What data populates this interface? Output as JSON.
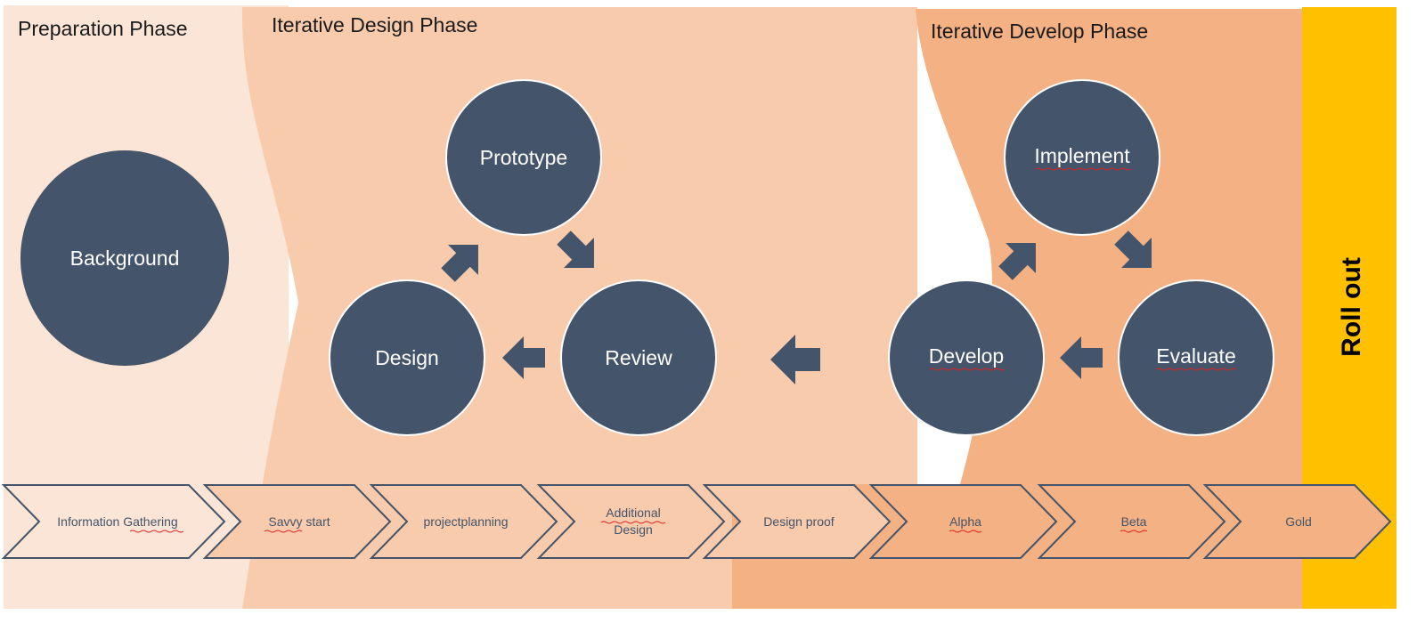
{
  "colors": {
    "prep_bg": "#fbe5d6",
    "design_bg": "#f8cbad",
    "develop_bg": "#f4b183",
    "rollout_bg": "#ffc000",
    "circle_fill": "#44546a",
    "circle_stroke": "#ffffff",
    "chevron_stroke": "#44546a"
  },
  "phases": {
    "preparation": {
      "title": "Preparation Phase"
    },
    "design": {
      "title": "Iterative Design Phase"
    },
    "develop": {
      "title": "Iterative Develop Phase"
    },
    "rollout": {
      "title": "Roll out"
    }
  },
  "circles": {
    "background": "Background",
    "prototype": "Prototype",
    "design": "Design",
    "review": "Review",
    "implement": "Implement",
    "develop": "Develop",
    "evaluate": "Evaluate"
  },
  "steps": [
    {
      "line1": "Information Gathering",
      "line2": "",
      "fill": "#fbe5d6",
      "squiggle": "Gathering"
    },
    {
      "line1": "Savvy start",
      "line2": "",
      "fill": "#f8cbad",
      "squiggle": "Savvy"
    },
    {
      "line1": "projectplanning",
      "line2": "",
      "fill": "#f8cbad",
      "squiggle": ""
    },
    {
      "line1": "Additional",
      "line2": "Design",
      "fill": "#f8cbad",
      "squiggle": "Additional"
    },
    {
      "line1": "Design proof",
      "line2": "",
      "fill": "#f8cbad",
      "squiggle": ""
    },
    {
      "line1": "Alpha",
      "line2": "",
      "fill": "#f4b183",
      "squiggle": "Alpha"
    },
    {
      "line1": "Beta",
      "line2": "",
      "fill": "#f4b183",
      "squiggle": "Beta"
    },
    {
      "line1": "Gold",
      "line2": "",
      "fill": "#f4b183",
      "squiggle": ""
    }
  ]
}
